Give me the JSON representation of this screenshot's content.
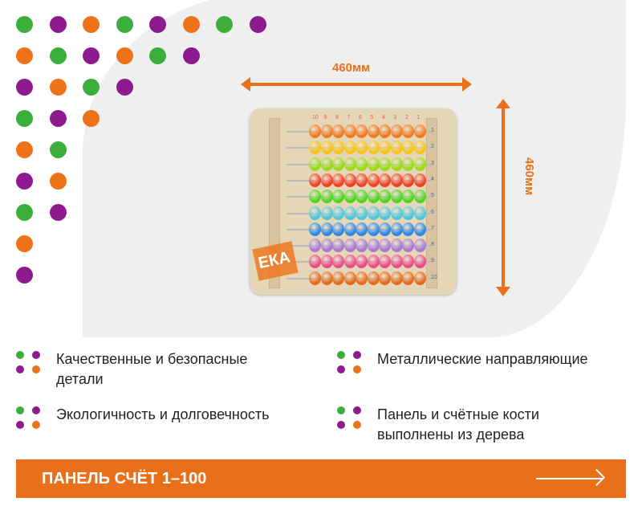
{
  "dimensions": {
    "width_label": "460мм",
    "height_label": "460мм"
  },
  "product": {
    "watermark": "ЕКА",
    "column_numbers": [
      "10",
      "9",
      "8",
      "7",
      "6",
      "5",
      "4",
      "3",
      "2",
      "1"
    ],
    "row_numbers": [
      "1",
      "2",
      "3",
      "4",
      "5",
      "6",
      "7",
      "8",
      "9",
      "10"
    ],
    "row_colors": [
      "#f07a1e",
      "#f5c21a",
      "#9ad91a",
      "#ef3f22",
      "#4fd41f",
      "#4fc6d6",
      "#2f86e0",
      "#a779cf",
      "#e84b86",
      "#e46a1c"
    ]
  },
  "features": [
    {
      "text": "Качественные и безопасные детали"
    },
    {
      "text": "Металлические направляющие"
    },
    {
      "text": "Экологичность и долговечность"
    },
    {
      "text": "Панель и счётные кости выполнены из дерева"
    }
  ],
  "cta": {
    "title": "ПАНЕЛЬ СЧЁТ 1–100"
  },
  "colors": {
    "accent": "#e8701a",
    "green": "#3cae3c",
    "purple": "#8e1b8e"
  }
}
